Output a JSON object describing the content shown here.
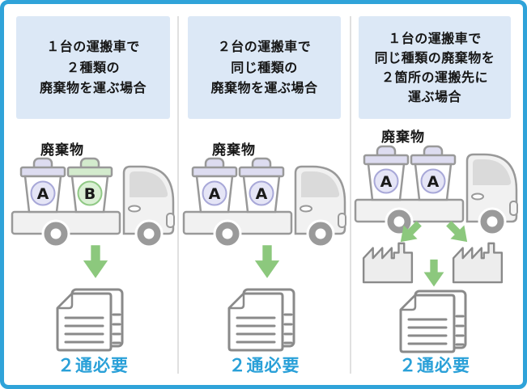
{
  "colors": {
    "frame_border": "#2fa3d9",
    "header_bg": "#dce8f6",
    "result_text": "#29a0d8",
    "arrow_green": "#8cc87d"
  },
  "columns": [
    {
      "header_lines": [
        "１台の運搬車で",
        "２種類の",
        "廃棄物を運ぶ場合"
      ],
      "waste_label": "廃棄物",
      "bins": [
        "A",
        "B"
      ],
      "result": "２通必要"
    },
    {
      "header_lines": [
        "２台の運搬車で",
        "同じ種類の",
        "廃棄物を運ぶ場合"
      ],
      "waste_label": "廃棄物",
      "bins": [
        "A",
        "A"
      ],
      "result": "２通必要"
    },
    {
      "header_lines": [
        "１台の運搬車で",
        "同じ種類の廃棄物を",
        "２箇所の運搬先に",
        "運ぶ場合"
      ],
      "waste_label": "廃棄物",
      "bins": [
        "A",
        "A"
      ],
      "result": "２通必要"
    }
  ]
}
